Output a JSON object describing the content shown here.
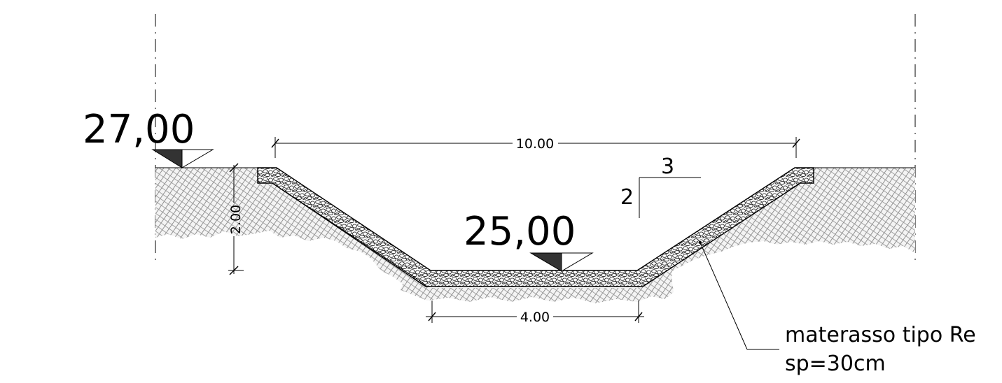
{
  "drawing": {
    "elevation_top": "27,00",
    "elevation_bottom": "25,00",
    "dim_top_width": "10.00",
    "dim_bottom_width": "4.00",
    "dim_depth": "2.00",
    "slope_horizontal": "3",
    "slope_vertical": "2",
    "note_line1": "materasso tipo Re",
    "note_line2": "sp=30cm"
  },
  "colors": {
    "line": "#000000",
    "soil_hatch": "#8c8c8c",
    "fill_dark": "#3a3a3a"
  }
}
